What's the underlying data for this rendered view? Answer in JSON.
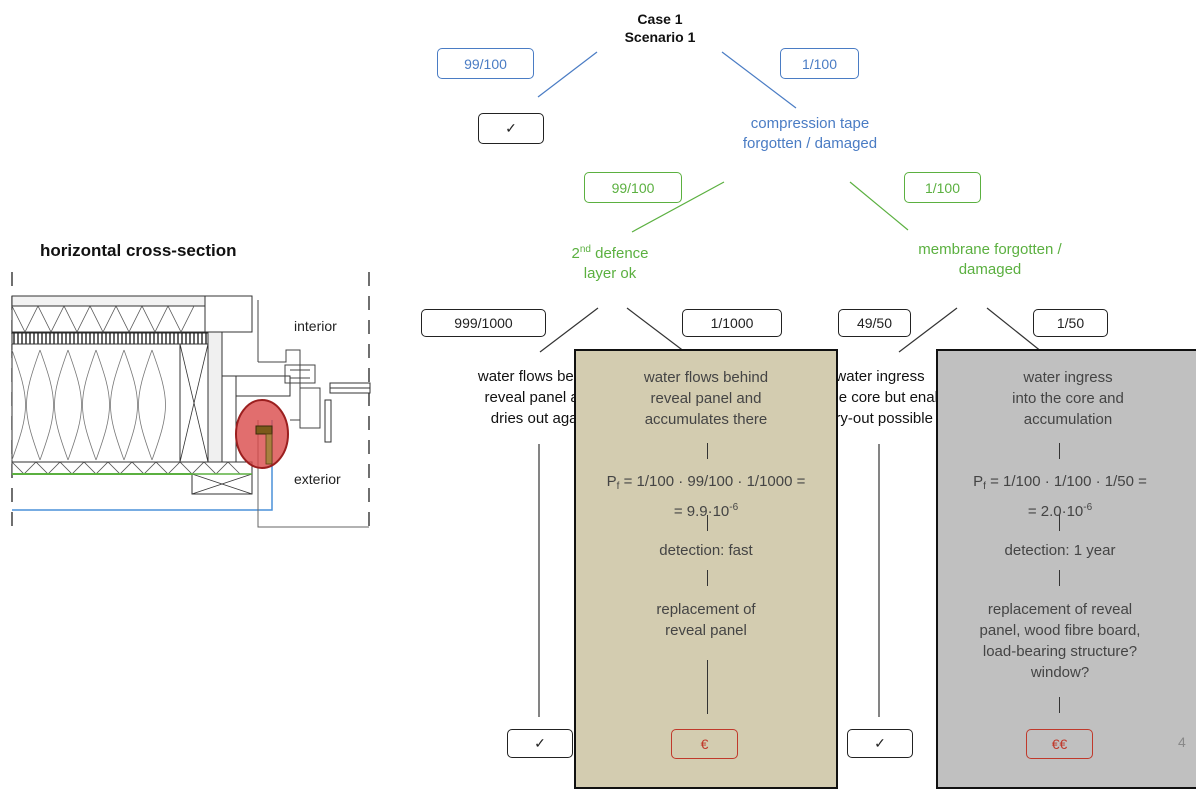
{
  "header": {
    "line1": "Case 1",
    "line2": "Scenario 1"
  },
  "level1": {
    "left_prob": "99/100",
    "right_prob": "1/100",
    "ok_mark": "✓",
    "right_label_1": "compression tape",
    "right_label_2": "forgotten / damaged"
  },
  "level2": {
    "left_prob": "99/100",
    "right_prob": "1/100",
    "left_label_main": "2",
    "left_label_sup": "nd",
    "left_label_rest": " defence",
    "left_label_2": "layer ok",
    "right_label_1": "membrane forgotten /",
    "right_label_2": "damaged"
  },
  "level3": {
    "probs": [
      "999/1000",
      "1/1000",
      "49/50",
      "1/50"
    ],
    "outcome_a": [
      "water flows behind",
      "reveal panel and",
      "dries out again"
    ],
    "outcome_c": [
      "water ingress",
      "into the core but enables",
      "dry-out possible"
    ]
  },
  "panel_b": {
    "lines": [
      "water flows behind",
      "reveal panel and",
      "accumulates there"
    ],
    "formula_p": "P",
    "formula_sub": "f",
    "formula_rest": " = 1/100 · 99/100 · 1/1000 =",
    "formula_result": "= 9.9·10",
    "formula_exp": "-6",
    "detection": "detection: fast",
    "consequence": [
      "replacement of",
      "reveal panel"
    ],
    "cost": "€",
    "color": "#d3ccb0"
  },
  "panel_d": {
    "lines": [
      "water ingress",
      "into the core and",
      "accumulation"
    ],
    "formula_p": "P",
    "formula_sub": "f",
    "formula_rest": " = 1/100 · 1/100 · 1/50 =",
    "formula_result": "= 2.0·10",
    "formula_exp": "-6",
    "detection": "detection: 1 year",
    "consequence": [
      "replacement of reveal",
      "panel, wood fibre board,",
      "load-bearing structure?",
      "window?"
    ],
    "cost": "€€",
    "color": "#c0c0c0"
  },
  "bottom": {
    "check_a": "✓",
    "check_c": "✓"
  },
  "cross_section": {
    "title": "horizontal cross-section",
    "interior": "interior",
    "exterior": "exterior"
  },
  "page_number": "4"
}
